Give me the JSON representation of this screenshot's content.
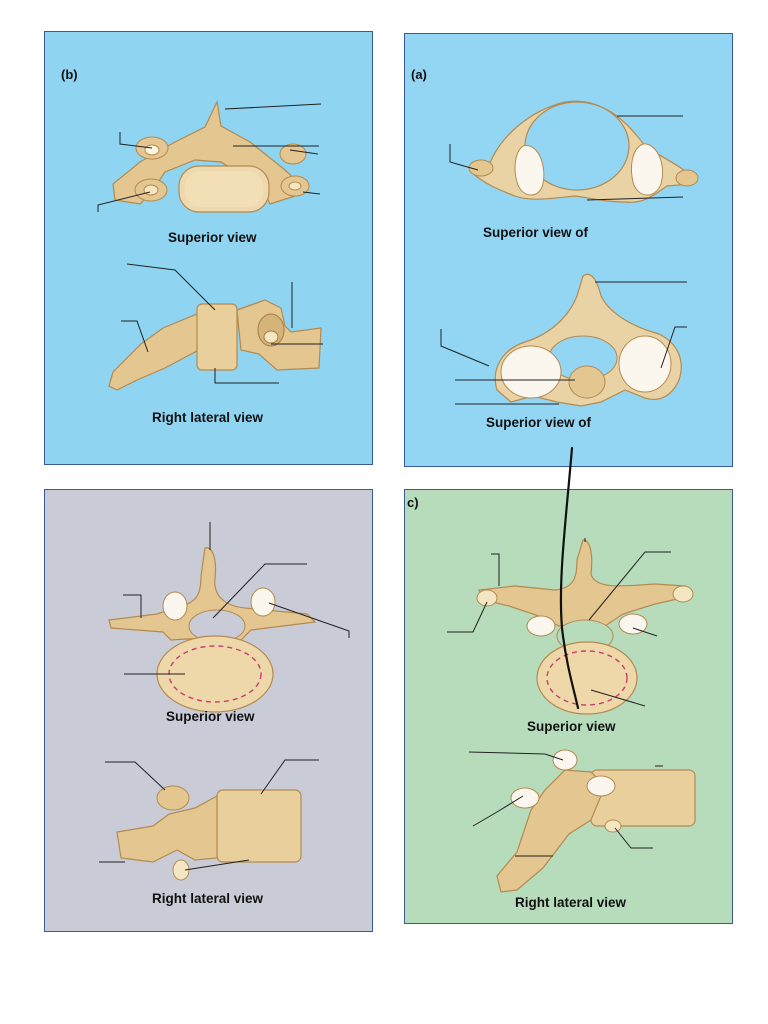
{
  "colors": {
    "bone_fill": "#e9d3a4",
    "bone_shade": "#c9a46b",
    "bone_light": "#f5e6c3",
    "leader_line": "#222222",
    "panel_b_bg": "#8fd4f1",
    "panel_a_bg": "#93d6f4",
    "panel_lumbar_bg": "#c9ccd7",
    "panel_c_bg": "#b6dcbc"
  },
  "panels": {
    "b": {
      "label": "(b)",
      "top_caption": "Superior view",
      "bottom_caption": "Right lateral view"
    },
    "a": {
      "label": "(a)",
      "top_caption": "Superior view of",
      "bottom_caption": "Superior view of"
    },
    "lumbar": {
      "label": "",
      "top_caption": "Superior view",
      "bottom_caption": "Right lateral view"
    },
    "c": {
      "label": "c)",
      "top_caption": "Superior view",
      "bottom_caption": "Right lateral view"
    }
  }
}
